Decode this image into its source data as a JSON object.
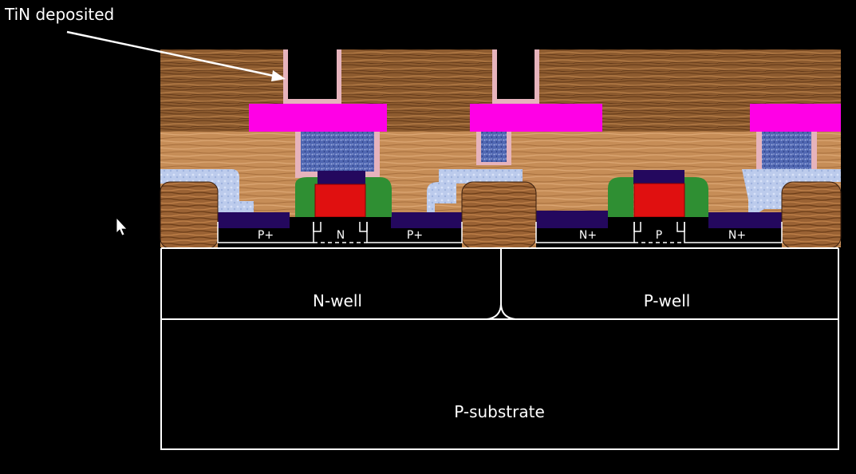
{
  "annotation": "TiN deposited",
  "regions": {
    "p_plus": "P+",
    "n": "N",
    "n_plus": "N+",
    "p": "P",
    "n_well": "N-well",
    "p_well": "P-well",
    "p_substrate": "P-substrate"
  },
  "colors": {
    "background": "#000000",
    "outline": "#ffffff",
    "oxide_wood_dark": "#8a5a2e",
    "oxide_wood_light": "#c98f58",
    "metal_magenta": "#ff00e6",
    "tin_liner": "#e8b8c0",
    "tungsten_plug": "#4d67b0",
    "silicide": "#24085e",
    "poly_gate": "#e01010",
    "spacer": "#2f8f33",
    "nitride_liner": "#b8c8e8"
  }
}
